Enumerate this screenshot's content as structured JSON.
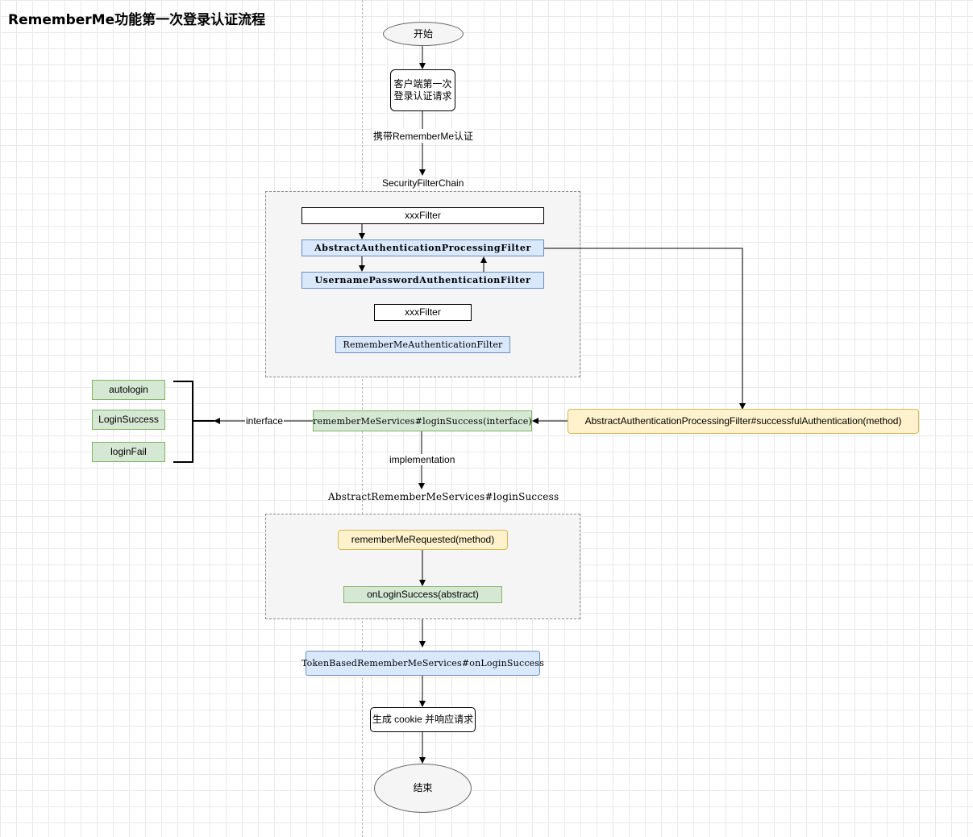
{
  "diagram": {
    "title": "RememberMe功能第一次登录认证流程",
    "nodes": {
      "start": "开始",
      "client_request": "客户端第一次\n登录认证请求",
      "xxx_filter_1": "xxxFilter",
      "abstract_auth_filter": "AbstractAuthenticationProcessingFilter",
      "username_password_filter": "UsernamePasswordAuthenticationFilter",
      "xxx_filter_2": "xxxFilter",
      "remember_me_auth_filter": "RememberMeAuthenticationFilter",
      "autologin": "autologin",
      "login_success": "LoginSuccess",
      "login_fail": "loginFail",
      "remember_me_services_login_success": "rememberMeServices#loginSuccess(interface)",
      "successful_authentication": "AbstractAuthenticationProcessingFilter#successfulAuthentication(method)",
      "remember_me_requested": "rememberMeRequested(method)",
      "on_login_success": "onLoginSuccess(abstract)",
      "token_based_services": "TokenBasedRememberMeServices#onLoginSuccess",
      "generate_cookie": "生成 cookie 并响应请求",
      "end": "结束"
    },
    "groups": {
      "security_filter_chain": "SecurityFilterChain",
      "abstract_remember_me_services": "AbstractRememberMeServices#loginSuccess"
    },
    "edge_labels": {
      "carry_remember_me": "携带RememberMe认证",
      "interface": "interface",
      "implementation": "implementation"
    }
  }
}
